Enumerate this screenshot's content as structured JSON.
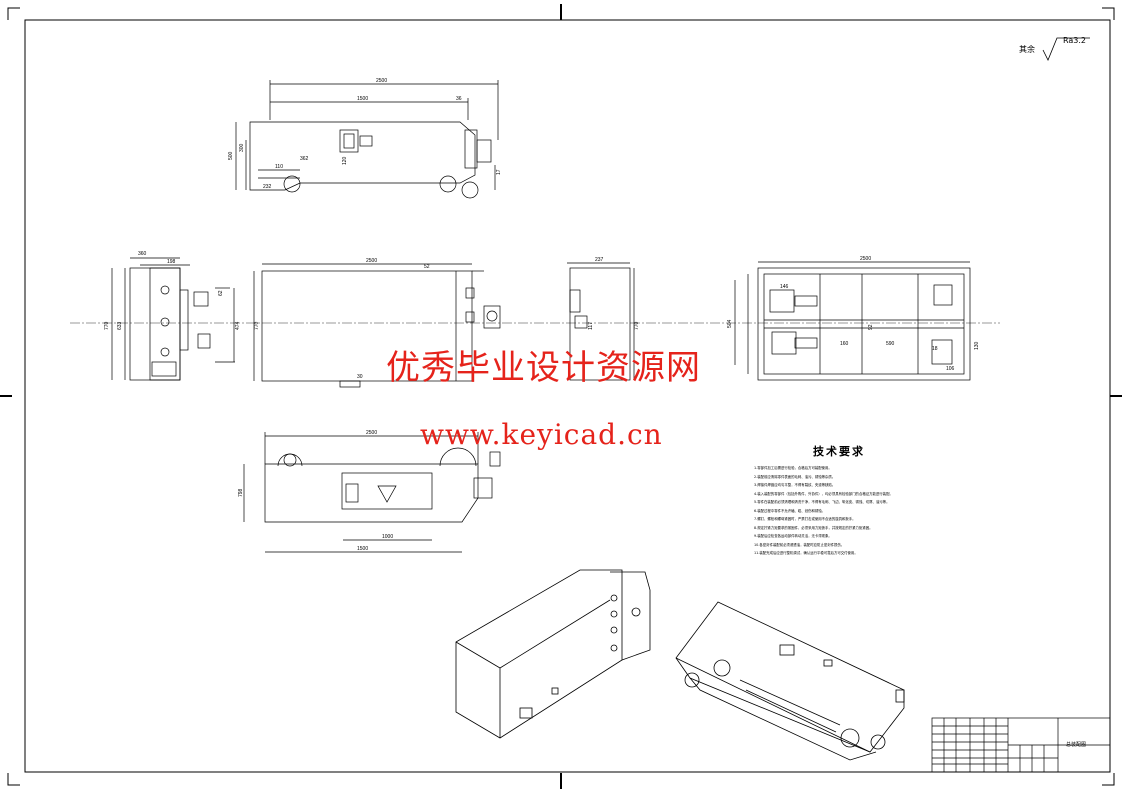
{
  "watermark": {
    "line1": "优秀毕业设计资源网",
    "line2": "www.keyicad.cn",
    "color": "#e5231b"
  },
  "roughness": {
    "label": "其余",
    "value": "Ra3.2"
  },
  "technical_requirements": {
    "title": "技术要求",
    "notes": [
      "1.零部件加工后需进行检验，合格后方可装配使用。",
      "2.装配前应清除零件表面的毛刺、油污、锈蚀等杂质。",
      "3.焊接件焊缝应均匀平整，不得有裂纹、夹渣等缺陷。",
      "4.装入装配的零部件（包括外购件、外协件），均必须具有检验部门的合格证方能进行装配。",
      "5.零件在装配前必须清理和清洗干净，不得有毛刺、飞边、氧化皮、锈蚀、切屑、油污等。",
      "6.装配过程中零件不允许磕、碰、划伤和锈蚀。",
      "7.螺钉、螺栓和螺母紧固时，严禁打击或使用不合适的旋具和扳手。",
      "8.规定拧紧力矩要求的紧固件，必须采用力矩扳手，并按规定的拧紧力矩紧固。",
      "9.装配后应检查各运动部件转动灵活，无卡滞现象。",
      "10.各密封件装配前必须浸透油，装配时应防止密封件损伤。",
      "11.装配完成后应进行整机调试，确认运行平稳可靠后方可交付使用。"
    ]
  },
  "title_block": {
    "drawing_title": "总装配图"
  },
  "dimensions": {
    "top_view_overall": "2500",
    "top_view_inner": "1500",
    "top_view_right": "36",
    "top_view_height": "500",
    "top_view_h2": "300",
    "left_a": "110",
    "left_b": "362",
    "left_c": "232",
    "left_d": "120",
    "left_e": "17",
    "front_width": "360",
    "front_a": "198",
    "front_height": "770",
    "front_b": "633",
    "front_c": "474",
    "front_d": "62",
    "side_overall": "2500",
    "side_height": "770",
    "side_e": "30",
    "side_f": "52",
    "end_width": "237",
    "end_height": "770",
    "end_g": "117",
    "plan_overall": "2500",
    "plan_h": "130",
    "plan_i": "146",
    "plan_j": "160",
    "plan_k": "590",
    "plan_l": "504",
    "plan_m": "106",
    "plan_n": "18",
    "plan_o": "92",
    "bottom_overall": "2500",
    "bottom_height": "798",
    "bottom_a": "1000",
    "bottom_b": "1500"
  }
}
